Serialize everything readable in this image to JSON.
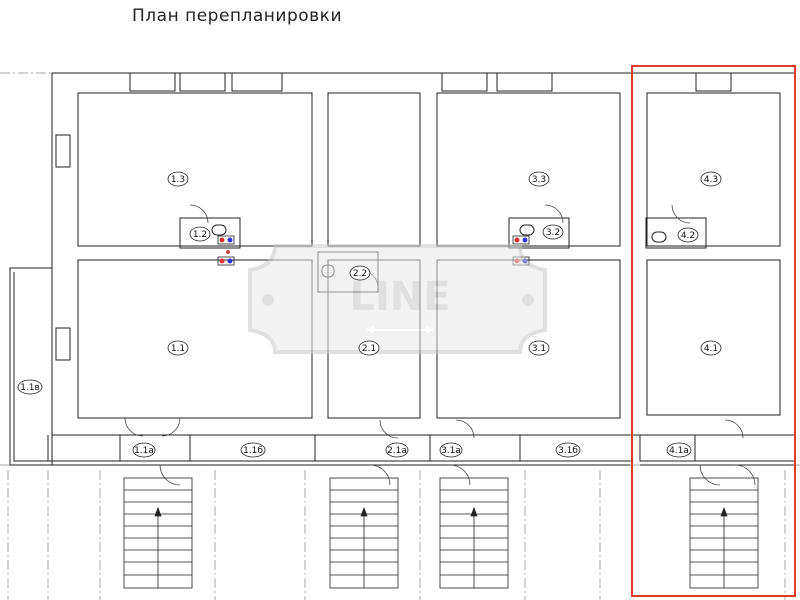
{
  "title": "План перепланировки",
  "watermark": {
    "text": "LINE",
    "color": "#c8c8c8"
  },
  "highlight_color": "#e03a2f",
  "rooms": {
    "r13": "1.3",
    "r12": "1.2",
    "r11": "1.1",
    "r11a": "1.1а",
    "r11b": "1.1б",
    "r11v": "1.1в",
    "r22": "2.2",
    "r21": "2.1",
    "r21a": "2.1а",
    "r33": "3.3",
    "r32": "3.2",
    "r31": "3.1",
    "r31a": "3.1а",
    "r31b": "3.1б",
    "r43": "4.3",
    "r42": "4.2",
    "r41": "4.1",
    "r41a": "4.1а"
  }
}
